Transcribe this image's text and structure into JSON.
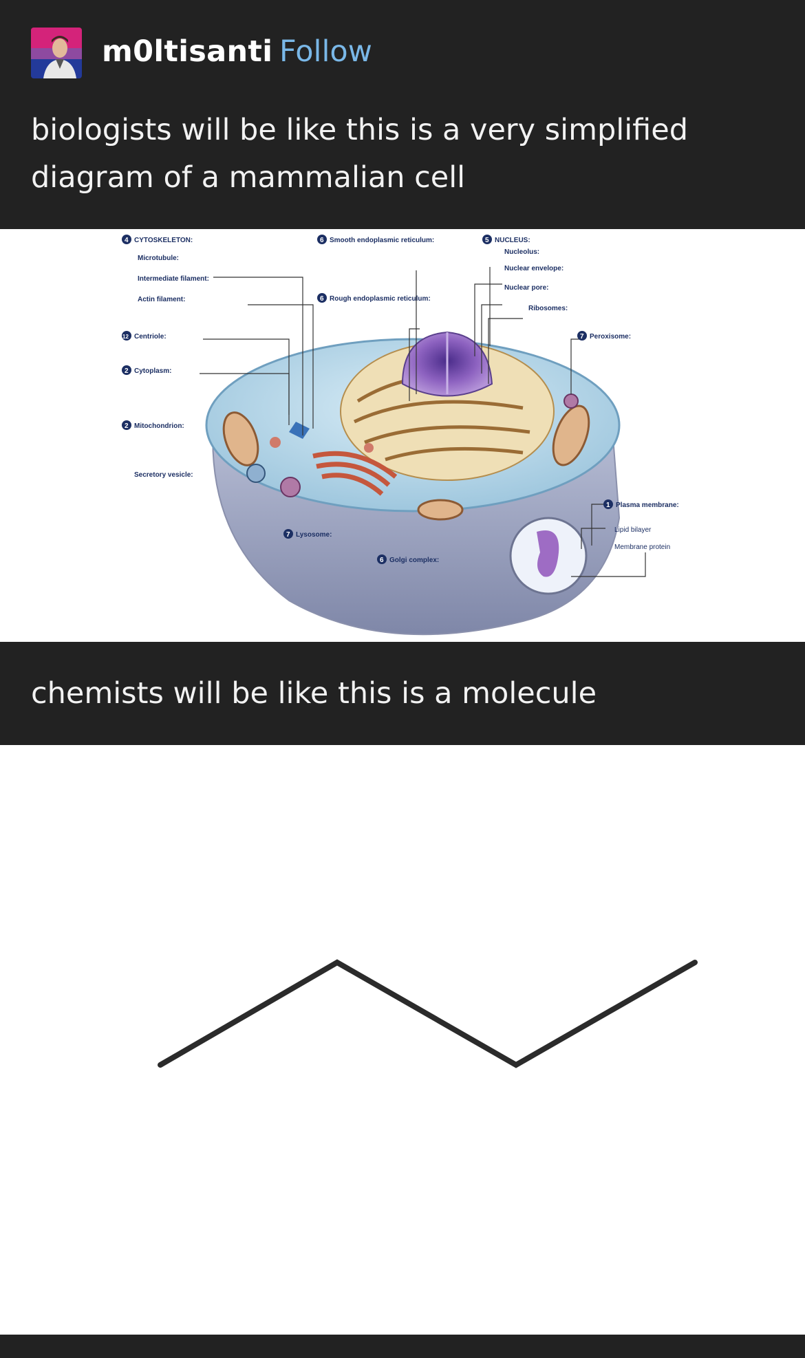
{
  "header": {
    "username": "m0ltisanti",
    "follow_label": "Follow",
    "avatar_icon": "user-avatar-icon"
  },
  "post": {
    "caption_1": "biologists will be like this is a very simplified diagram of a mammalian cell",
    "caption_2": "chemists will be like this is a molecule"
  },
  "cell_diagram": {
    "labels": {
      "cytoskeleton": "CYTOSKELETON:",
      "microtubule": "Microtubule:",
      "intermediate_filament": "Intermediate filament:",
      "actin_filament": "Actin filament:",
      "centriole": "Centriole:",
      "cytoplasm": "Cytoplasm:",
      "mitochondrion": "Mitochondrion:",
      "secretory_vesicle": "Secretory vesicle:",
      "smooth_er": "Smooth endoplasmic reticulum:",
      "rough_er": "Rough endoplasmic reticulum:",
      "nucleus": "NUCLEUS:",
      "nucleolus": "Nucleolus:",
      "nuclear_envelope": "Nuclear envelope:",
      "nuclear_pore": "Nuclear pore:",
      "ribosomes": "Ribosomes:",
      "peroxisome": "Peroxisome:",
      "plasma_membrane": "Plasma membrane:",
      "lipid_bilayer": "Lipid bilayer",
      "membrane_protein": "Membrane protein",
      "lysosome": "Lysosome:",
      "golgi_complex": "Golgi complex:"
    },
    "badges": {
      "cytoskeleton": "4",
      "smooth_er": "6",
      "rough_er": "6",
      "nucleus": "5",
      "centriole": "12",
      "cytoplasm": "2",
      "mitochondrion": "2",
      "peroxisome": "7",
      "plasma_membrane": "1",
      "lysosome": "7",
      "golgi_complex": "6"
    }
  },
  "colors": {
    "background": "#222222",
    "follow": "#7ab8e8",
    "text": "#f2f2f2"
  }
}
